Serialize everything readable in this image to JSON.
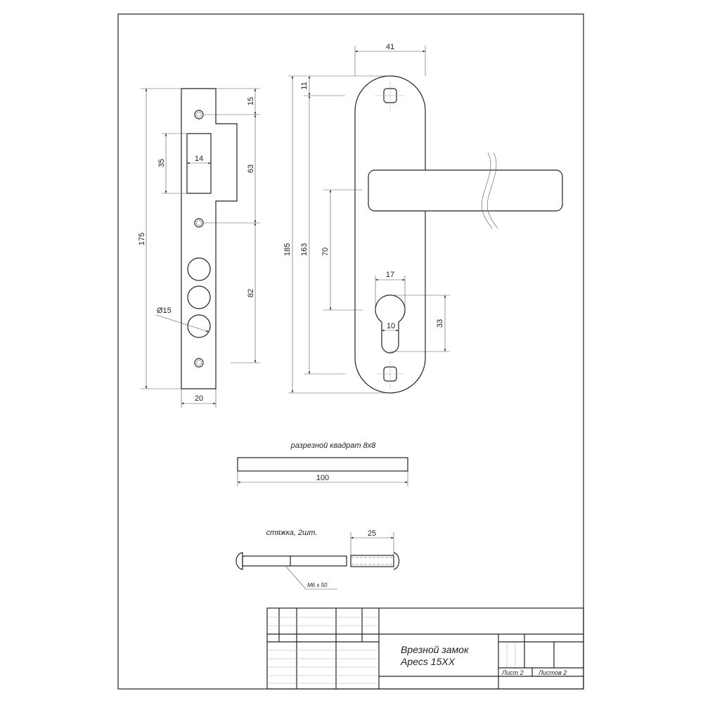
{
  "strike_plate": {
    "dims": {
      "total_height": "175",
      "top_offset": "15",
      "hole_spacing_upper": "63",
      "hole_spacing_lower": "82",
      "slot_height": "35",
      "slot_width": "14",
      "width": "20",
      "hole_diameter": "Ø15"
    }
  },
  "handle_plate": {
    "dims": {
      "width": "41",
      "total_height": "185",
      "top_offset": "11",
      "hole_spacing": "163",
      "lever_to_cylinder": "70",
      "cylinder_width": "17",
      "cylinder_slot": "10",
      "cylinder_height": "33"
    }
  },
  "square_bar": {
    "label": "разрезной квадрат 8x8",
    "length": "100"
  },
  "screw": {
    "label": "стяжка, 2шт.",
    "sleeve_length": "25",
    "spec": "M6 x 50"
  },
  "title_block": {
    "title_line1": "Врезной замок",
    "title_line2": "Apecs 15XX",
    "sheet": "Лист 2",
    "sheets_total": "Листов 2"
  }
}
